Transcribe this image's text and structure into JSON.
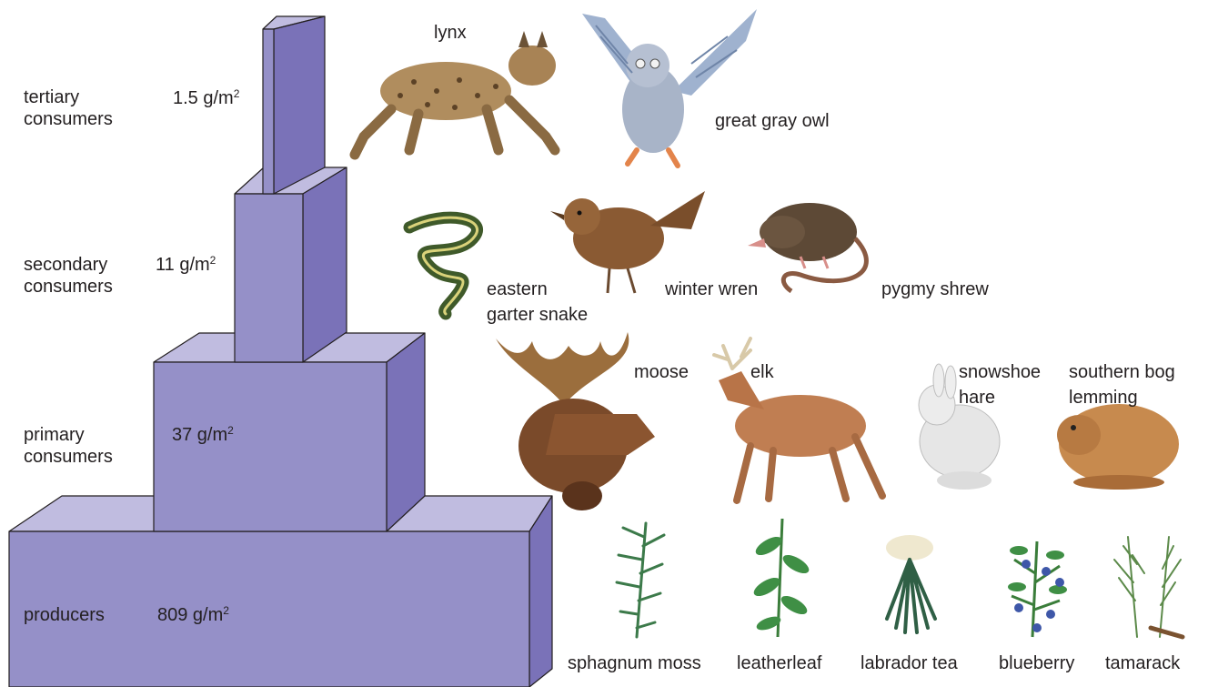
{
  "pyramid": {
    "levels": [
      {
        "label_line1": "tertiary",
        "label_line2": "consumers",
        "biomass": "1.5 g/m",
        "exponent": "2"
      },
      {
        "label_line1": "secondary",
        "label_line2": "consumers",
        "biomass": "11 g/m",
        "exponent": "2"
      },
      {
        "label_line1": "primary",
        "label_line2": "consumers",
        "biomass": "37 g/m",
        "exponent": "2"
      },
      {
        "label_line1": "producers",
        "label_line2": "",
        "biomass": "809 g/m",
        "exponent": "2"
      }
    ],
    "colors": {
      "front": "#9590c8",
      "side": "#7a72b8",
      "top": "#c0bce0",
      "stroke": "#231f20"
    }
  },
  "organisms": {
    "tertiary": [
      "lynx",
      "great gray owl"
    ],
    "secondary": [
      "eastern",
      "garter snake",
      "winter wren",
      "pygmy shrew"
    ],
    "primary": [
      "moose",
      "elk",
      "snowshoe",
      "hare",
      "southern bog",
      "lemming"
    ],
    "producers": [
      "sphagnum moss",
      "leatherleaf",
      "labrador tea",
      "blueberry",
      "tamarack"
    ]
  }
}
